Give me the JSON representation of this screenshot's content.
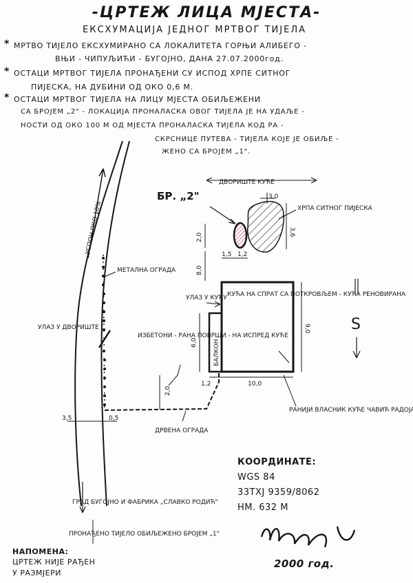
{
  "header": {
    "title": "-ЦРТЕЖ ЛИЦА МЈЕСТА-",
    "subtitle": "ЕКСХУМАЦИЈА ЈЕДНОГ МРТВОГ ТИЈЕЛА"
  },
  "notes": [
    {
      "line1": "МРТВО ТИЈЕЛО ЕКСХУМИРАНО СА ЛОКАЛИТЕТА ГОРЊИ АЛИБЕГО -",
      "line2": "ВЊИ - ЧИПУЉИЋИ - БУГОЈНО, ДАНА 27.07.2000год."
    },
    {
      "line1": "ОСТАЦИ МРТВОГ ТИЈЕЛА ПРОНАЂЕНИ СУ ИСПОД ХРПЕ СИТНОГ",
      "line2": "ПИЈЕСКА, НА ДУБИНИ ОД ОКО 0,6 М."
    },
    {
      "line1": "ОСТАЦИ МРТВОГ ТИЈЕЛА НА ЛИЦУ МЈЕСТА ОБИЉЕЖЕНИ",
      "line2": "СА БРОЈЕМ „2\" - ЛОКАЦИЈА ПРОНАЛАСКА ОВОГ ТИЈЕЛА ЈЕ НА УДАЉЕ -",
      "line3": "НОСТИ ОД ОКО 100 М ОД МЈЕСТА ПРОНАЛАСКА ТИЈЕЛА КОД РА -",
      "line4": "СКРСНИЦЕ ПУТЕВА - ТИЈЕЛА КОЈЕ ЈЕ ОБИЉЕ -",
      "line5": "ЖЕНО СА БРОЈЕМ „1\"."
    }
  ],
  "diagram": {
    "road_slope": "УСПОН ОКО 10%",
    "yard_label": "ДВОРИШТЕ КУЋЕ",
    "marker_label": "БР. „2\"",
    "sand_label": "ХРПА СИТНОГ ПИЈЕСКА",
    "metal_fence": "МЕТАЛНА ОГРАДА",
    "yard_entrance": "УЛАЗ У ДВОРИШТЕ",
    "concrete_area": "ИЗБЕТОНИ - РАНА ПОВРШИ - НА ИСПРЕД КУЋЕ",
    "house_entrance": "УЛАЗ У КУЋУ",
    "house_label": "КУЋА НА СПРАТ СА ПОТКРОВЉЕМ - КУЋА РЕНОВИРАНА",
    "balcony": "БАЛКОН",
    "wood_fence": "ДРВЕНА ОГРАДА",
    "owner": "РАНИЈИ ВЛАСНИК КУЋЕ ЧАВИЋ РАДОЈА - САДАШЊИ ВЛАСНИК КУЋЕ ДИЗДАР ЈУСУФ",
    "town": "ГРАД БУГОЈНО И ФАБРИКА „СЛАВКО РОДИЋ\"",
    "found_body": "ПРОНАЂЕНО ТИЈЕЛО ОБИЉЕЖЕНО БРОЈЕМ „1\"",
    "north": "S",
    "dims": {
      "sand_w": "3,0",
      "sand_h": "3,6",
      "marker_h": "2,0",
      "marker_to_house": "8,0",
      "offset_a": "1,5",
      "offset_b": "1,2",
      "house_w": "10,0",
      "house_h": "9,0",
      "balcony_h": "6,0",
      "balcony_w": "1,2",
      "fence_h": "2,0",
      "road_w": "3,5",
      "shoulder": "0,5"
    }
  },
  "coords": {
    "heading": "КООРДИНАТЕ:",
    "system": "WGS 84",
    "grid": "33TXJ 9359/8062",
    "altitude": "НМ. 632 М"
  },
  "footnote": {
    "heading": "НАПОМЕНА:",
    "line1": "ЦРТЕЖ НИЈЕ РАЂЕН",
    "line2": "У РАЗМЈЕРИ"
  },
  "signature": {
    "year": "2000 год."
  }
}
